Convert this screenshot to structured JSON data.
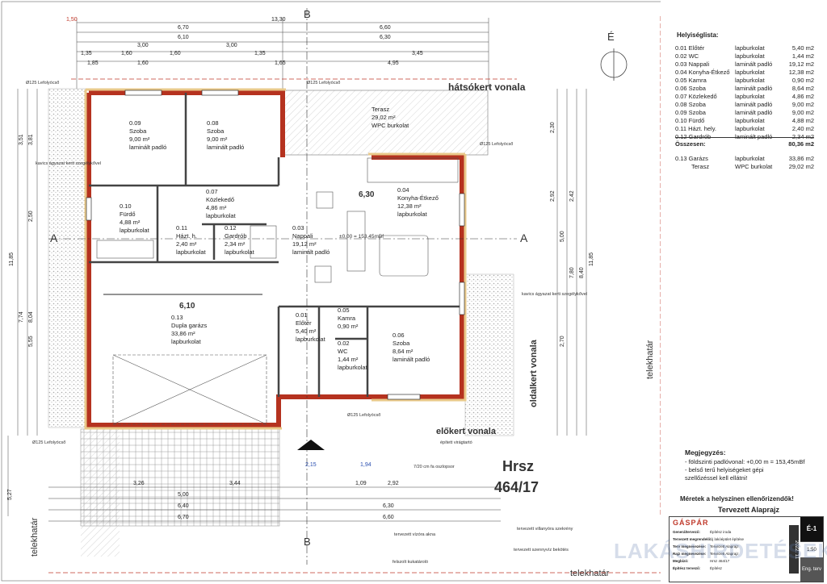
{
  "plot": {
    "hrsz_label": "Hrsz",
    "hrsz_number": "464/17"
  },
  "labels": {
    "hatsokert": "hátsókert vonala",
    "elokert": "előkert vonala",
    "oldalkert": "oldalkert vonala",
    "telekhatar": "telekhatár",
    "north": "É",
    "section": "A",
    "section_b": "B",
    "drain1": "Ø125 Lefolyócső",
    "drain2": "Ø125 Lefolyócső",
    "drain3": "Ø125 Lefolyócső",
    "drain4": "Ø125 Lefolyócső",
    "drain5": "Ø125 Lefolyócső",
    "kavics1": "kavics ágyazat kerti szegélykővel",
    "kavics2": "kavics ágyazat kerti szegélykővel",
    "flowerbed": "épített virágtartó",
    "pillar": "7/20 cm fa oszlopsor",
    "elec": "tervezett villanyóra szekrény",
    "water": "tervezett vízóra akna",
    "sewer": "tervezett szennyvíz bekötés",
    "kuka": "felszolt kukatároló",
    "zero_level": "±0,00 = 153,45mBf",
    "width_a": "6,30",
    "width_b": "6,10"
  },
  "rooms": [
    {
      "id": "0.09",
      "name": "Szoba",
      "area": "9,00 m²",
      "floor": "laminált padló"
    },
    {
      "id": "0.08",
      "name": "Szoba",
      "area": "9,00 m²",
      "floor": "laminált padló"
    },
    {
      "id": "",
      "name": "Terasz",
      "area": "29,02 m²",
      "floor": "WPC burkolat"
    },
    {
      "id": "0.04",
      "name": "Konyha-Étkező",
      "area": "12,38 m²",
      "floor": "lapburkolat"
    },
    {
      "id": "0.07",
      "name": "Közlekedő",
      "area": "4,86 m²",
      "floor": "lapburkolat"
    },
    {
      "id": "0.10",
      "name": "Fürdő",
      "area": "4,88 m²",
      "floor": "lapburkolat"
    },
    {
      "id": "0.11",
      "name": "Házt. h.",
      "area": "2,40 m²",
      "floor": "lapburkolat"
    },
    {
      "id": "0.12",
      "name": "Gardrób",
      "area": "2,34 m²",
      "floor": "lapburkolat"
    },
    {
      "id": "0.03",
      "name": "Nappali",
      "area": "19,12 m²",
      "floor": "laminált padló"
    },
    {
      "id": "0.13",
      "name": "Dupla garázs",
      "area": "33,86 m²",
      "floor": "lapburkolat"
    },
    {
      "id": "0.01",
      "name": "Előtér",
      "area": "5,40 m²",
      "floor": "lapburkolat"
    },
    {
      "id": "0.05",
      "name": "Kamra",
      "area": "0,90 m²",
      "floor": ""
    },
    {
      "id": "0.02",
      "name": "WC",
      "area": "1,44 m²",
      "floor": "lapburkolat"
    },
    {
      "id": "0.06",
      "name": "Szoba",
      "area": "8,64 m²",
      "floor": "laminált padló"
    }
  ],
  "dims_top": [
    "1,50",
    "6,70",
    "13,30",
    "6,60",
    "6,10",
    "6,30",
    "3,00",
    "3,00",
    "3,45",
    "1,35",
    "1,60",
    "1,60",
    "1,35",
    "1,85",
    "1,60",
    "1,65",
    "4,95"
  ],
  "dims_bottom": [
    "3,26",
    "3,44",
    "2,92",
    "1,09",
    "5,00",
    "6,40",
    "6,30",
    "6,60",
    "6,70",
    "2,15",
    "1,94"
  ],
  "dims_left": [
    "3,81",
    "3,51",
    "2,50",
    "11,85",
    "7,74",
    "8,04",
    "5,55",
    "5,27"
  ],
  "dims_right": [
    "2,30",
    "2,92",
    "5,00",
    "7,80",
    "8,40",
    "11,85",
    "2,70",
    "2,42"
  ],
  "room_list": {
    "title": "Helyiséglista:",
    "rows": [
      {
        "id": "0.01 Előtér",
        "floor": "lapburkolat",
        "area": "5,40 m2"
      },
      {
        "id": "0.02 WC",
        "floor": "lapburkolat",
        "area": "1,44 m2"
      },
      {
        "id": "0.03 Nappali",
        "floor": "laminált padló",
        "area": "19,12 m2"
      },
      {
        "id": "0.04 Konyha-Étkező",
        "floor": "lapburkolat",
        "area": "12,38 m2"
      },
      {
        "id": "0.05 Kamra",
        "floor": "lapburkolat",
        "area": "0,90 m2"
      },
      {
        "id": "0.06 Szoba",
        "floor": "laminált padló",
        "area": "8,64 m2"
      },
      {
        "id": "0.07 Közlekedő",
        "floor": "lapburkolat",
        "area": "4,86 m2"
      },
      {
        "id": "0.08 Szoba",
        "floor": "laminált padló",
        "area": "9,00 m2"
      },
      {
        "id": "0.09 Szoba",
        "floor": "laminált padló",
        "area": "9,00 m2"
      },
      {
        "id": "0.10 Fürdő",
        "floor": "lapburkolat",
        "area": "4,88 m2"
      },
      {
        "id": "0.11 Házt. hely.",
        "floor": "lapburkolat",
        "area": "2,40 m2"
      },
      {
        "id": "0.12 Gardrób",
        "floor": "laminált padló",
        "area": "2,34 m2"
      }
    ],
    "sum_label": "Összesen:",
    "sum_value": "80,36 m2",
    "extra": [
      {
        "id": "0.13 Garázs",
        "floor": "lapburkolat",
        "area": "33,86 m2"
      },
      {
        "id": "Terasz",
        "floor": "WPC burkolat",
        "area": "29,02 m2"
      }
    ]
  },
  "notes": {
    "title": "Megjegyzés:",
    "lines": [
      "- földszinti padlóvonal: +0,00 m = 153,45mBf",
      "- belső terű helyiségeket gépi",
      "  szellőzéssel kell ellátni!"
    ],
    "measure": "Méretek a helyszínen ellenőrizendők!"
  },
  "title_block": {
    "title": "Tervezett Alaprajz",
    "logo": "GÁSPÁR",
    "rows": [
      {
        "k": "Generáltervező:",
        "v": "Építész iroda"
      },
      {
        "k": "Tervezett megrendelő:",
        "v": "Új lakóépület építése"
      },
      {
        "k": "Terv megnevezése:",
        "v": "Tervezett Alaprajz"
      },
      {
        "k": "Rajz megnevezése:",
        "v": "Tervezett Alaprajz"
      },
      {
        "k": "Megbízó:",
        "v": "Hrsz 464/17"
      },
      {
        "k": "Építész tervező:",
        "v": "Építész"
      }
    ],
    "code": "É-1",
    "scale": "1:50",
    "phase": "Eng. terv",
    "year": "2022. 11"
  },
  "watermark": "LAKÁSHIRDETÉSEK.HU",
  "colors": {
    "wall": "#b5321f",
    "insul": "#e9c98a",
    "red_text": "#c0392b",
    "blue_text": "#2a4fb0"
  }
}
